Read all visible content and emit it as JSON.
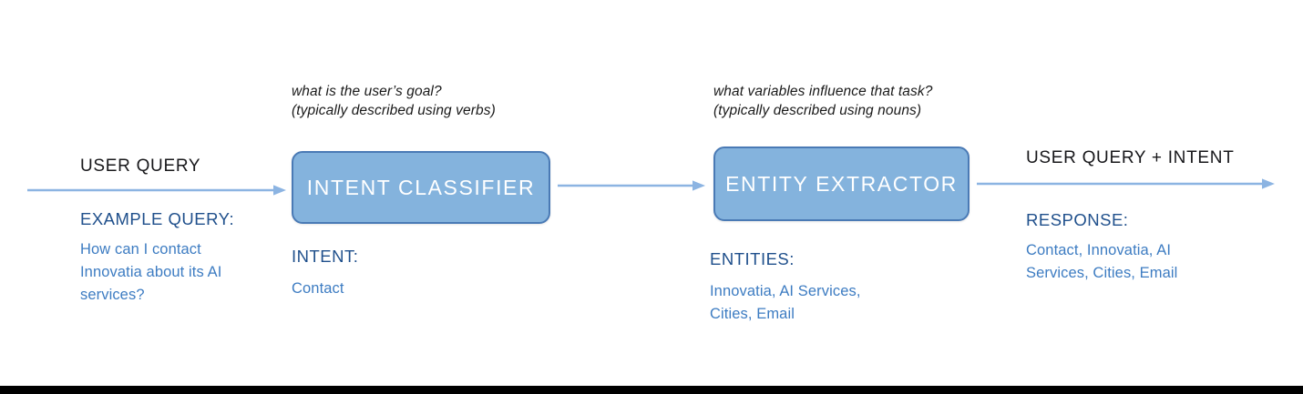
{
  "diagram": {
    "title": "Intent Classifier and Entity Extractor pipeline",
    "colors": {
      "box_fill": "#84b3dd",
      "box_border": "#4a7ab5",
      "box_label_text": "#ffffff",
      "arrow": "#8cb4e2",
      "heading_black": "#17171a",
      "heading_navy": "#20508c",
      "body_blue": "#3d7cc2",
      "caption_black": "#1a1a1a",
      "bottom_bar": "#000000",
      "background": "#ffffff"
    }
  },
  "input_stage": {
    "heading": "USER QUERY",
    "example_label": "EXAMPLE QUERY:",
    "example_text": "How can I contact\nInnovatia about its AI\nservices?"
  },
  "intent_stage": {
    "caption": "what is the user’s goal?\n(typically described using verbs)",
    "box_label": "INTENT CLASSIFIER",
    "output_label": "INTENT:",
    "output_text": "Contact"
  },
  "entity_stage": {
    "caption": "what variables influence that task?\n(typically described using nouns)",
    "box_label": "ENTITY EXTRACTOR",
    "output_label": "ENTITIES:",
    "output_text": "Innovatia, AI Services,\nCities, Email"
  },
  "output_stage": {
    "heading": "USER QUERY + INTENT",
    "response_label": "RESPONSE:",
    "response_text": "Contact, Innovatia, AI\nServices, Cities, Email"
  },
  "arrows": [
    {
      "name": "arrow-input-to-intent",
      "icon": "right-arrow-icon"
    },
    {
      "name": "arrow-intent-to-entity",
      "icon": "right-arrow-icon"
    },
    {
      "name": "arrow-entity-to-output",
      "icon": "right-arrow-icon"
    }
  ]
}
